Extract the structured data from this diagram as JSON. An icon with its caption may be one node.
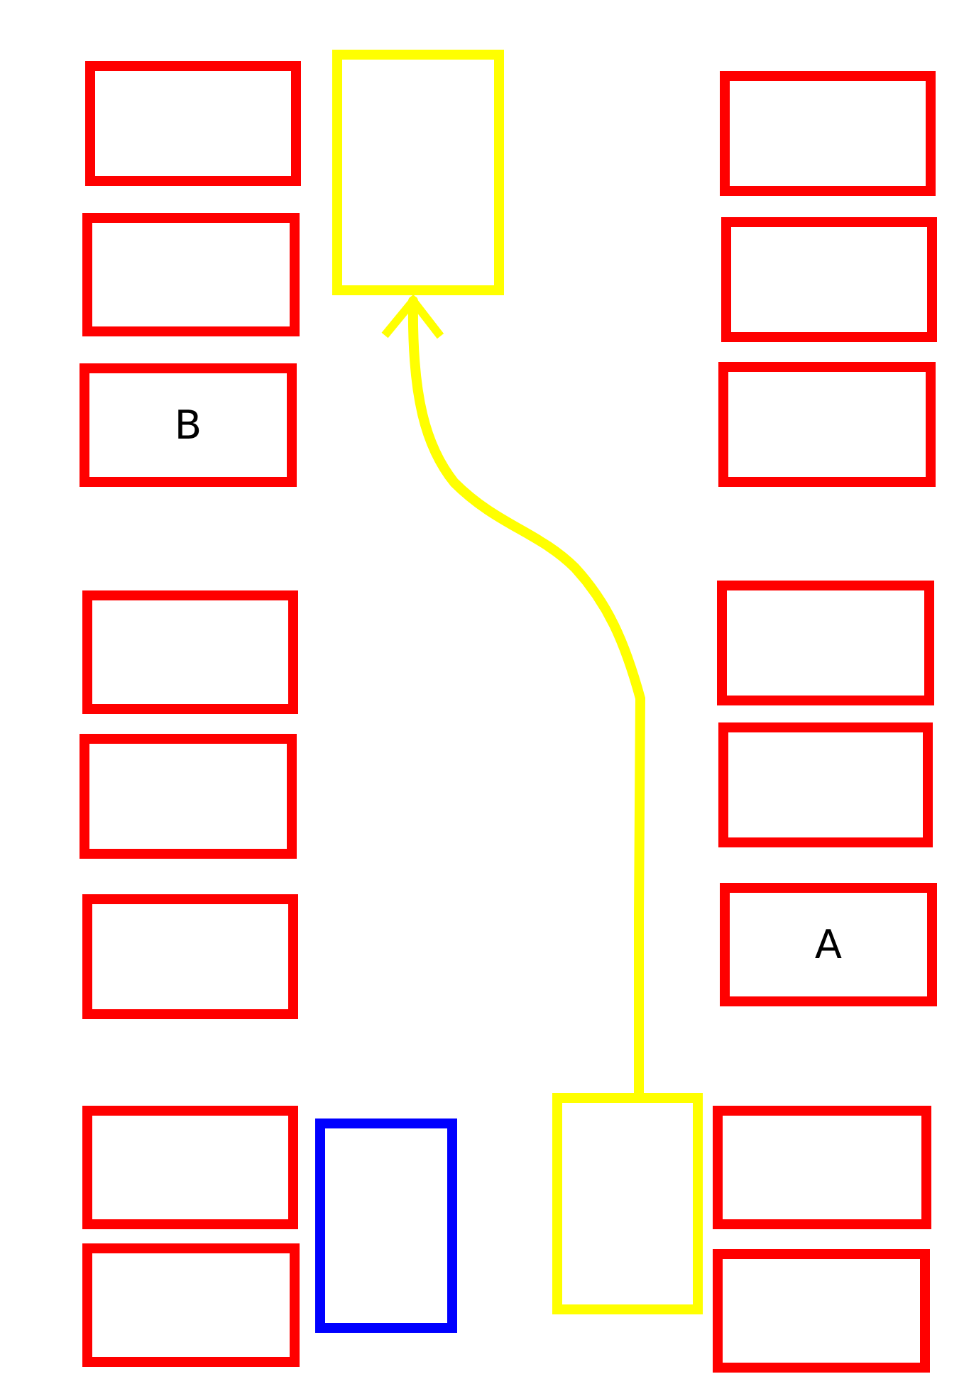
{
  "diagram": {
    "nodes": [
      {
        "text": [],
        "shape": "box"
      },
      {
        "text": [],
        "shape": "box"
      },
      {
        "text": [],
        "shape": "box"
      },
      {
        "text": [],
        "shape": "box"
      },
      {
        "text": [],
        "shape": "box"
      },
      {
        "text": [
          "B"
        ]
      },
      {
        "text": [],
        "shape": "box"
      },
      {
        "text": [],
        "shape": "box"
      },
      {
        "text": [],
        "shape": "box"
      },
      {
        "text": [],
        "shape": "box"
      },
      {
        "text": [],
        "shape": "box"
      },
      {
        "text": [
          "A"
        ]
      },
      {
        "text": [],
        "shape": "box"
      },
      {
        "text": [],
        "shape": "box"
      },
      {
        "text": [],
        "shape": "box"
      },
      {
        "text": [],
        "shape": "box"
      },
      {
        "text": [],
        "shape": "box"
      },
      {
        "text": [],
        "shape": "box"
      },
      {
        "text": [],
        "shape": "box"
      }
    ],
    "edges": [
      {
        "from": 13,
        "to": 1,
        "arrow": "to"
      }
    ]
  }
}
